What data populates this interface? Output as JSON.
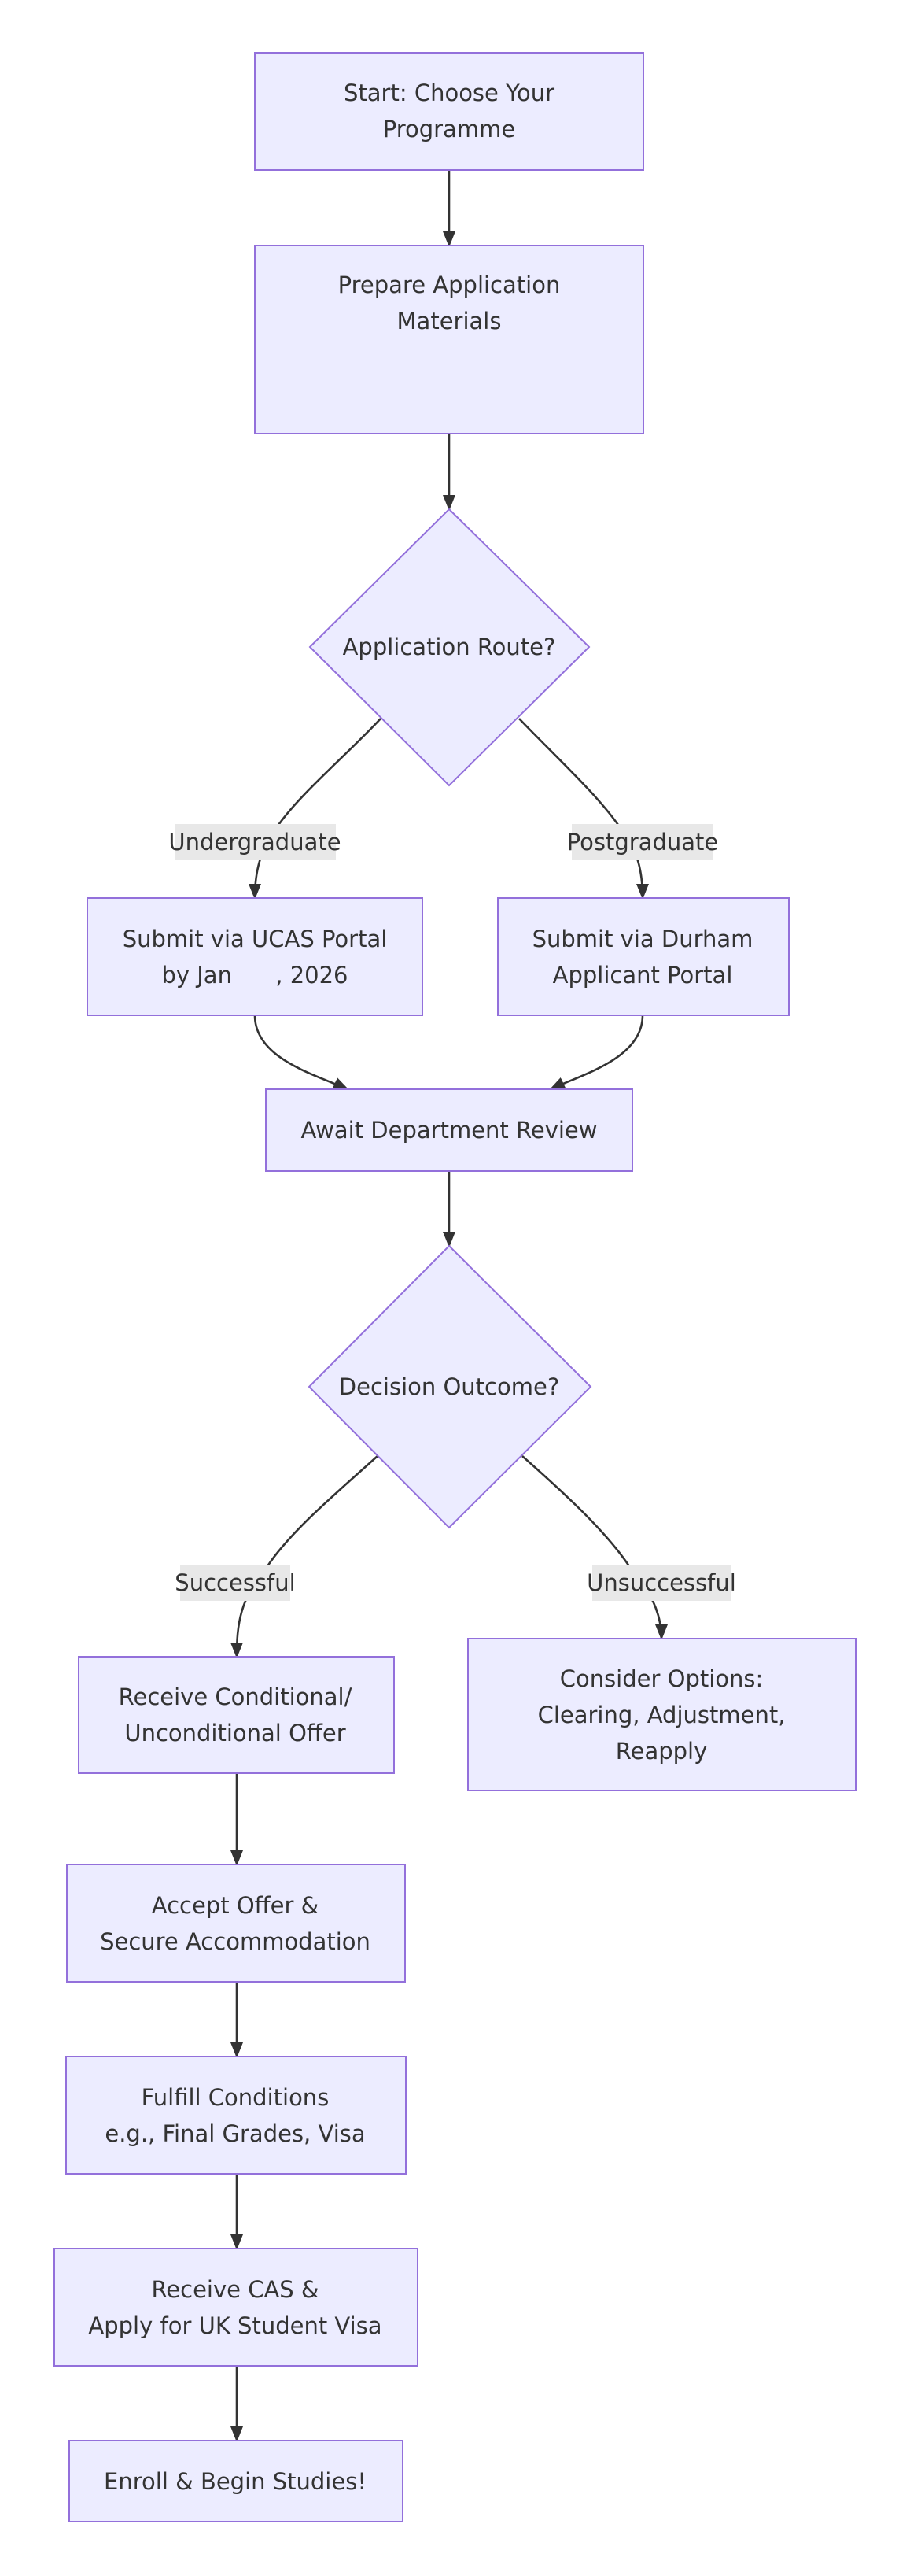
{
  "flowchart": {
    "nodes": {
      "start": [
        "Start: Choose Your",
        "Programme"
      ],
      "prepare": [
        "Prepare Application",
        "Materials"
      ],
      "route": [
        "Application Route?"
      ],
      "ucas": [
        "Submit via UCAS Portal",
        "by Jan      , 2026"
      ],
      "durham": [
        "Submit via Durham",
        "Applicant Portal"
      ],
      "review": [
        "Await Department Review"
      ],
      "decision": [
        "Decision Outcome?"
      ],
      "offer": [
        "Receive Conditional/",
        "Unconditional Offer"
      ],
      "options": [
        "Consider Options:",
        "Clearing, Adjustment,",
        "Reapply"
      ],
      "accept": [
        "Accept Offer &",
        "Secure Accommodation"
      ],
      "fulfill": [
        "Fulfill Conditions",
        "e.g., Final Grades, Visa"
      ],
      "cas": [
        "Receive CAS &",
        "Apply for UK Student Visa"
      ],
      "enroll": [
        "Enroll & Begin Studies!"
      ]
    },
    "edge_labels": {
      "undergraduate": "Undergraduate",
      "postgraduate": "Postgraduate",
      "successful": "Successful",
      "unsuccessful": "Unsuccessful"
    }
  }
}
